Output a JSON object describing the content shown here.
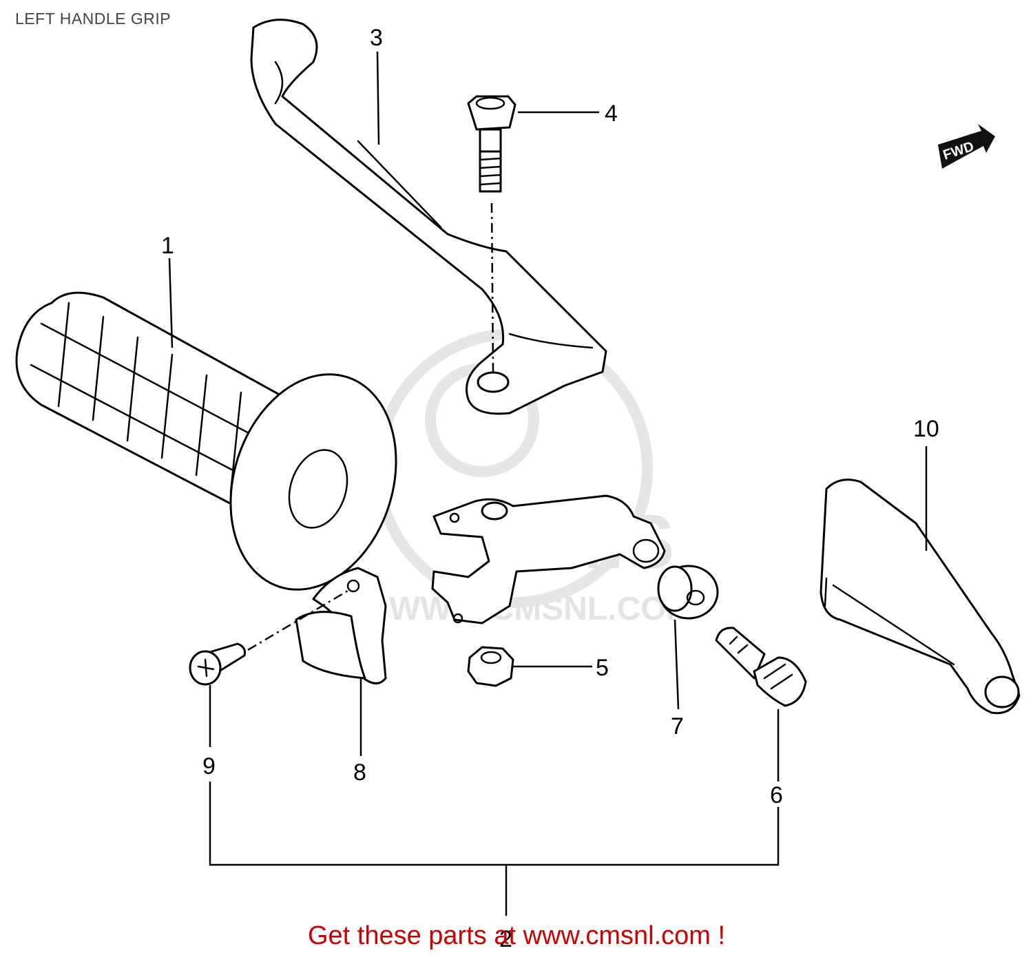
{
  "title": "LEFT HANDLE GRIP",
  "callouts": [
    "1",
    "2",
    "3",
    "4",
    "5",
    "6",
    "7",
    "8",
    "9",
    "10"
  ],
  "watermark": {
    "logo_text": "CMS",
    "url_text": "WWW.CMSNL.COM"
  },
  "fwd_label": "FWD",
  "footer_text": "Get these parts at www.cmsnl.com !",
  "colors": {
    "line": "#000000",
    "title": "#444444",
    "footer": "#cc0000",
    "watermark": "#e4e4e4"
  }
}
